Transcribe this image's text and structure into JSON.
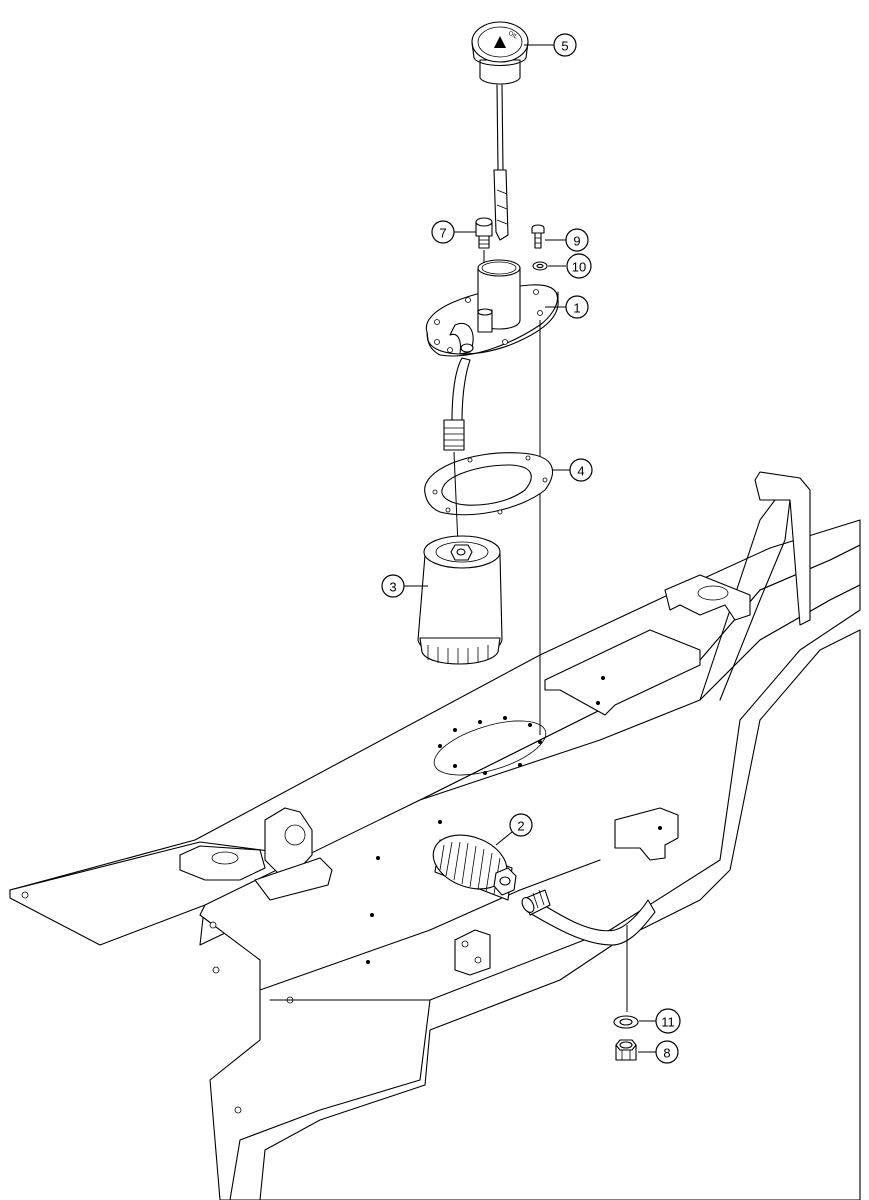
{
  "callouts": [
    {
      "id": "1",
      "part": "oil-tank-cover-plate"
    },
    {
      "id": "2",
      "part": "strainer-filter"
    },
    {
      "id": "3",
      "part": "suction-filter-element"
    },
    {
      "id": "4",
      "part": "cover-gasket"
    },
    {
      "id": "5",
      "part": "filler-cap-with-dipstick"
    },
    {
      "id": "7",
      "part": "breather-fitting"
    },
    {
      "id": "8",
      "part": "drain-plug"
    },
    {
      "id": "9",
      "part": "cover-bolt"
    },
    {
      "id": "10",
      "part": "bolt-washer"
    },
    {
      "id": "11",
      "part": "drain-plug-washer"
    }
  ],
  "cap_text": "OIL"
}
